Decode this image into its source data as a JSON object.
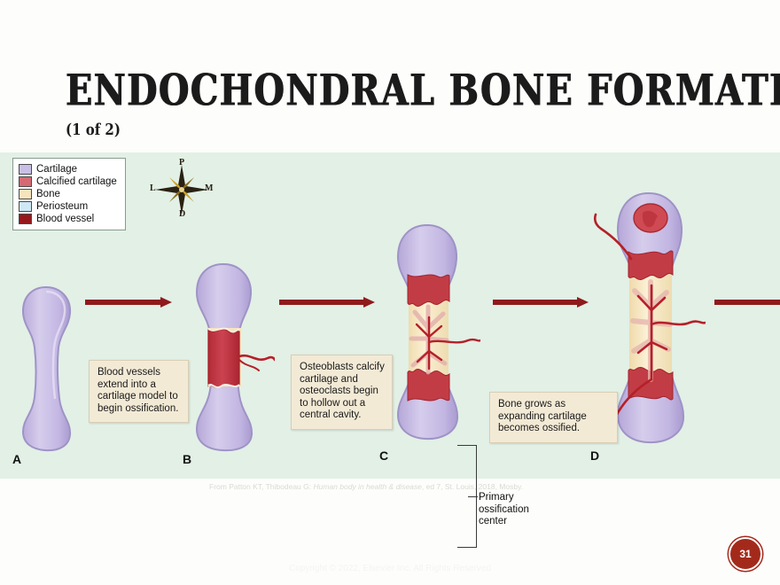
{
  "slide": {
    "title": "ENDOCHONDRAL BONE FORMATION",
    "subtitle": "(1 of 2)",
    "page_number": "31",
    "copyright": "Copyright © 2022, Elsevier Inc. All Rights Reserved",
    "citation_prefix": "From Patton KT, Thibodeau G: ",
    "citation_italic": "Human body in health & disease",
    "citation_suffix": ", ed 7, St. Louis, 2018, Mosby."
  },
  "legend": {
    "items": [
      {
        "label": "Cartilage",
        "color": "#c9bee4"
      },
      {
        "label": "Calcified cartilage",
        "color": "#d46a74"
      },
      {
        "label": "Bone",
        "color": "#f5e4bd"
      },
      {
        "label": "Periosteum",
        "color": "#cfe8f5"
      },
      {
        "label": "Blood vessel",
        "color": "#94181c"
      }
    ]
  },
  "compass": {
    "proximal": "P",
    "distal": "D",
    "lateral": "L",
    "medial": "M"
  },
  "stages": [
    {
      "label": "A"
    },
    {
      "label": "B"
    },
    {
      "label": "C"
    },
    {
      "label": "D"
    }
  ],
  "callouts": [
    {
      "text": "Blood vessels extend into a cartilage model to begin ossification."
    },
    {
      "text": "Osteoblasts calcify cartilage and osteoclasts begin to hollow out a central cavity."
    },
    {
      "text": "Bone grows as expanding cartilage becomes ossified."
    }
  ],
  "annotations": {
    "primary_ossification_center": "Primary\nossification\ncenter"
  },
  "colors": {
    "panel_background": "#e2f0e6",
    "arrow": "#8f1a1c",
    "cartilage": "#c9bee4",
    "calcified_cartilage": "#c23c45",
    "bone": "#f7e6be",
    "blood_vessel": "#b52028",
    "badge": "#a32a1b"
  }
}
